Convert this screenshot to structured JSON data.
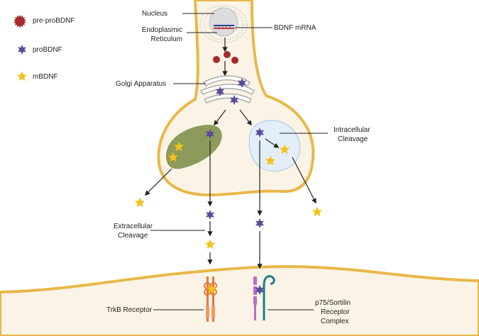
{
  "legend": [
    {
      "label": "pre-proBDNF",
      "icon": "red-sunburst-icon"
    },
    {
      "label": "proBDNF",
      "icon": "purple-star-icon"
    },
    {
      "label": "mBDNF",
      "icon": "yellow-star-icon"
    }
  ],
  "labels": {
    "nucleus": "Nucleus",
    "er_line1": "Endoplasmic",
    "er_line2": "Reticulum",
    "mrna": "BDNF mRNA",
    "golgi": "Golgi Apparatus",
    "intra_line1": "Intracellular",
    "intra_line2": "Cleavage",
    "extra_line1": "Extracellular",
    "extra_line2": "Cleavage",
    "trkb": "TrkB Receptor",
    "p75_line1": "p75/Sortilin",
    "p75_line2": "Receptor",
    "p75_line3": "Complex"
  },
  "colors": {
    "membrane": "#e8b84a",
    "cytoplasm": "#fbf4e6",
    "pre_pro": "#a52a2a",
    "pro": "#5b4a9a",
    "mature": "#f2c318",
    "vesicle_green": "#8c9a5b",
    "vesicle_blue": "#e3eef8",
    "trkb": "#e8763a",
    "p75": "#c268c6",
    "sortilin": "#1a7f8a"
  }
}
